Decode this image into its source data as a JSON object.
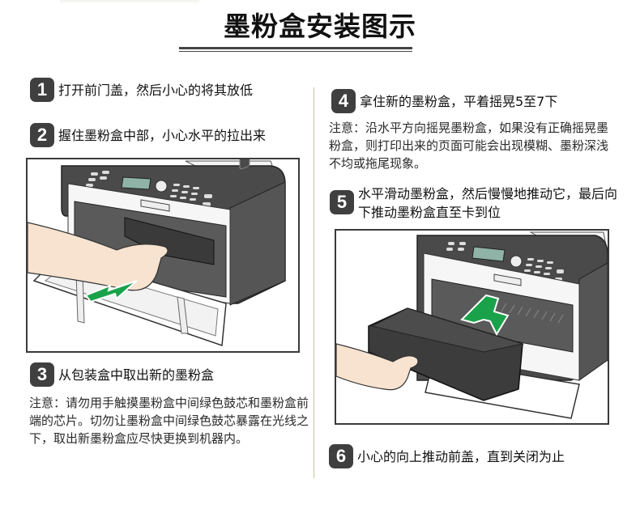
{
  "title": "墨粉盒安装图示",
  "steps": [
    {
      "number": "1",
      "text": "打开前门盖，然后小心的将其放低"
    },
    {
      "number": "2",
      "text": "握住墨粉盒中部，小心水平的拉出来"
    },
    {
      "number": "3",
      "text": "从包装盒中取出新的墨粉盒",
      "note": "注意：请勿用手触摸墨粉盒中间绿色鼓芯和墨粉盒前端的芯片。切勿让墨粉盒中间绿色鼓芯暴露在光线之下，取出新墨粉盒应尽快更换到机器内。"
    },
    {
      "number": "4",
      "text": "拿住新的墨粉盒，平着摇晃5至7下",
      "note": "注意：沿水平方向摇晃墨粉盒，如果没有正确摇晃墨粉盒，则打印出来的页面可能会出现模糊、墨粉深浅不均或拖尾现象。"
    },
    {
      "number": "5",
      "text": "水平滑动墨粉盒，然后慢慢地推动它，最后向下推动墨粉盒直至卡到位"
    },
    {
      "number": "6",
      "text": "小心的向上推动前盖，直到关闭为止"
    }
  ],
  "illustrations": {
    "pull_out": {
      "description": "hand pulling toner cartridge out of printer",
      "arrow_color": "#1aa24a"
    },
    "insert": {
      "description": "hand sliding new toner cartridge into printer",
      "arrow_color": "#1aa24a"
    }
  },
  "colors": {
    "badge": "#3f3f3f",
    "divider": "#c9c3a2",
    "printer_body": "#4a4a4a",
    "display": "#8fb3a6",
    "skin": "#f7e3d0"
  }
}
